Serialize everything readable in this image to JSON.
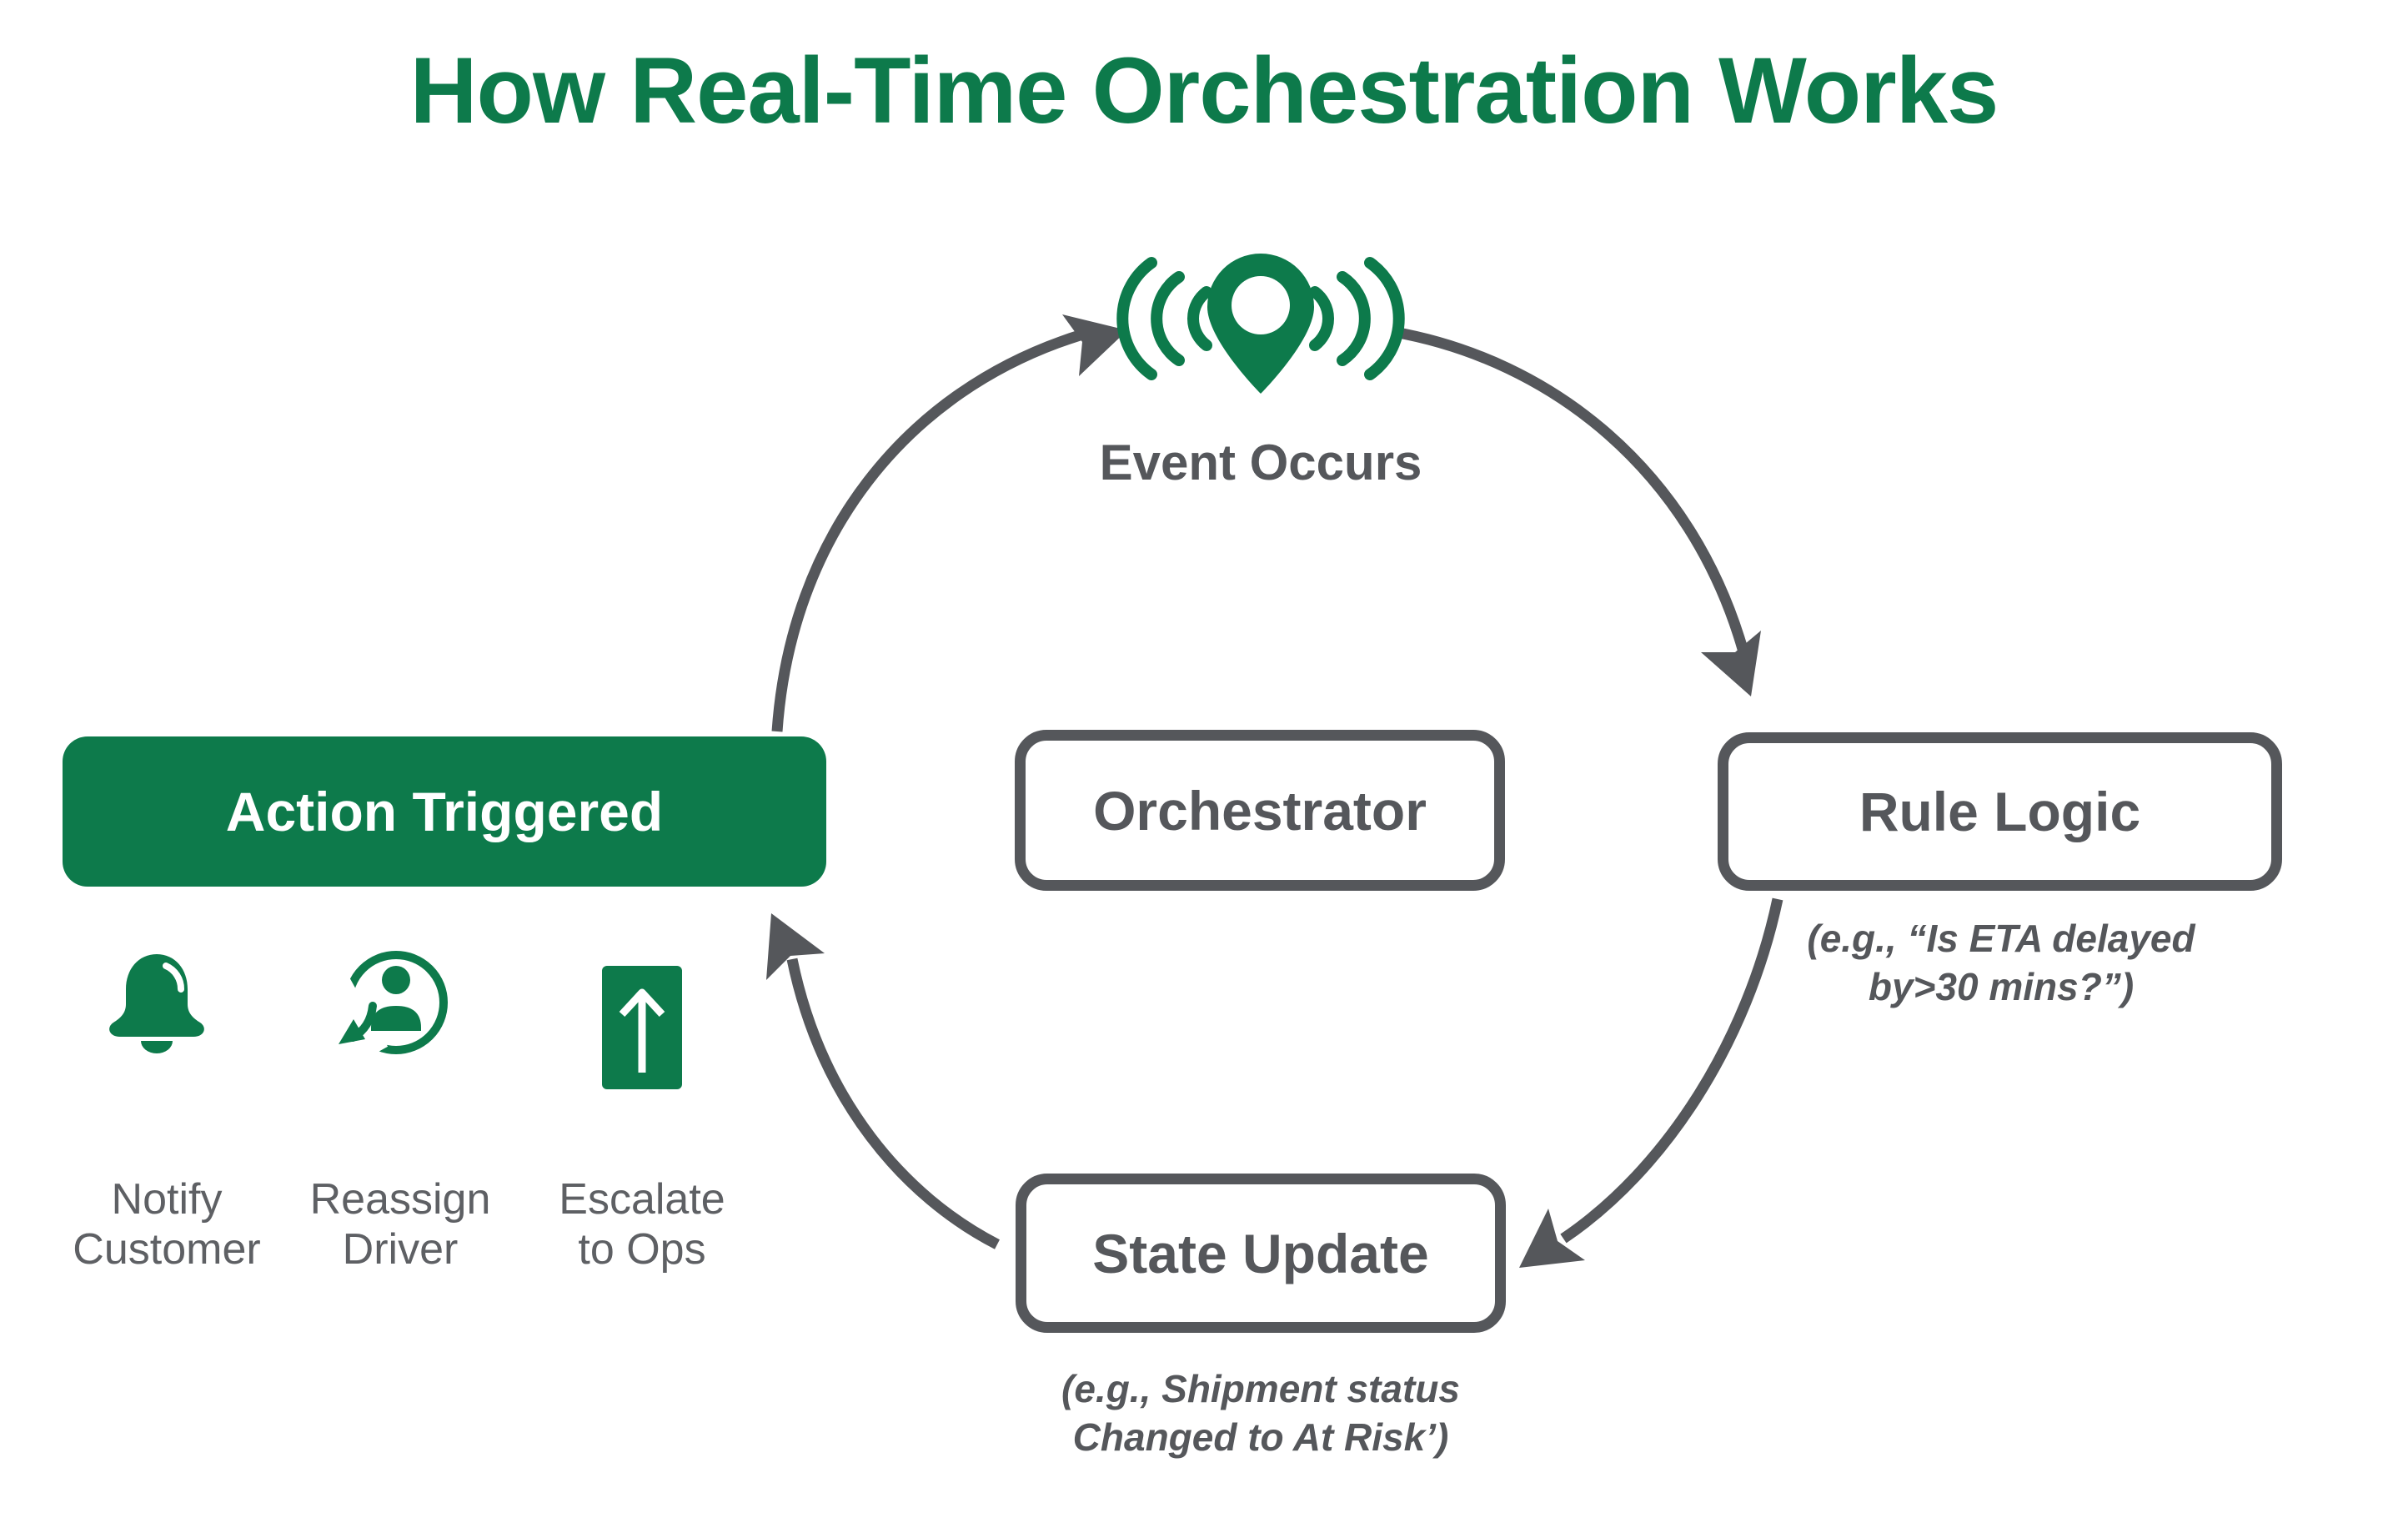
{
  "colors": {
    "brand_green": "#0D7A4B",
    "diagram_gray": "#55575B",
    "label_gray": "#5E6064",
    "background": "#FFFFFF"
  },
  "title": "How Real-Time Orchestration Works",
  "cycle": {
    "event": {
      "label": "Event Occurs",
      "icon": "location-pin-signal-icon"
    },
    "orchestrator": {
      "label": "Orchestrator"
    },
    "rule_logic": {
      "label": "Rule Logic",
      "caption_line1": "(e.g., “Is ETA delayed",
      "caption_line2": "by>30 mins?”)"
    },
    "state_update": {
      "label": "State Update",
      "caption_line1": "(e.g., Shipment status",
      "caption_line2": "Changed to At Risk’)"
    },
    "action_triggered": {
      "label": "Action Triggered"
    }
  },
  "actions": [
    {
      "icon": "bell-icon",
      "line1": "Notify",
      "line2": "Customer"
    },
    {
      "icon": "reassign-icon",
      "line1": "Reassign",
      "line2": "Driver"
    },
    {
      "icon": "escalate-icon",
      "line1": "Escalate",
      "line2": "to Ops"
    }
  ]
}
